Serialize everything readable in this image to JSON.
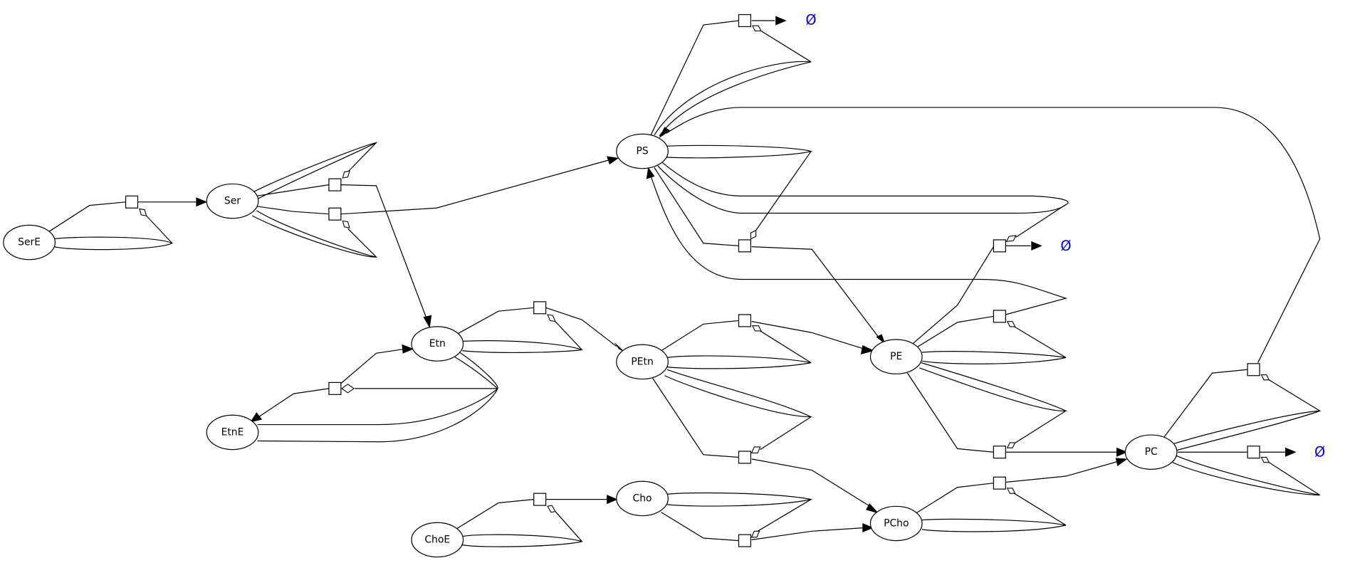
{
  "diagram": {
    "type": "reaction-network",
    "colors": {
      "sink": "#0000ee",
      "stroke": "#000000",
      "background": "#ffffff"
    },
    "species": [
      {
        "id": "SerE",
        "label": "SerE"
      },
      {
        "id": "Ser",
        "label": "Ser"
      },
      {
        "id": "PS",
        "label": "PS"
      },
      {
        "id": "Etn",
        "label": "Etn"
      },
      {
        "id": "EtnE",
        "label": "EtnE"
      },
      {
        "id": "PEtn",
        "label": "PEtn"
      },
      {
        "id": "PE",
        "label": "PE"
      },
      {
        "id": "PC",
        "label": "PC"
      },
      {
        "id": "Cho",
        "label": "Cho"
      },
      {
        "id": "ChoE",
        "label": "ChoE"
      },
      {
        "id": "PCho",
        "label": "PCho"
      }
    ],
    "sinks": [
      {
        "id": "sink1",
        "label": "Ø"
      },
      {
        "id": "sink2",
        "label": "Ø"
      },
      {
        "id": "sink3",
        "label": "Ø"
      }
    ],
    "reactions": [
      {
        "id": "r1",
        "from": "SerE",
        "to": "Ser",
        "modifiers": [
          "SerE"
        ]
      },
      {
        "id": "r2",
        "from": "Ser",
        "to": "Etn",
        "modifiers": [
          "Ser"
        ]
      },
      {
        "id": "r3",
        "from": "Ser",
        "to": "PS",
        "modifiers": [
          "Ser"
        ]
      },
      {
        "id": "r4",
        "from": "PS",
        "to": "sink1",
        "modifiers": [
          "PS"
        ]
      },
      {
        "id": "r5",
        "from": "PS",
        "to": "PE",
        "modifiers": [
          "PS"
        ]
      },
      {
        "id": "r6",
        "from": "PE",
        "to": "sink2",
        "modifiers": [
          "PS"
        ]
      },
      {
        "id": "r7",
        "from": "Etn",
        "to": "PEtn",
        "modifiers": [
          "Etn"
        ]
      },
      {
        "id": "r8",
        "from": "EtnE",
        "to": "Etn",
        "modifiers": [
          "Etn",
          "EtnE"
        ],
        "reversible": true
      },
      {
        "id": "r9",
        "from": "PEtn",
        "to": "PE",
        "modifiers": [
          "PEtn"
        ]
      },
      {
        "id": "r10",
        "from": "PEtn",
        "to": "PCho",
        "modifiers": [
          "PEtn"
        ]
      },
      {
        "id": "r11",
        "from": "PE",
        "to": "PS",
        "modifiers": [
          "PE"
        ]
      },
      {
        "id": "r12",
        "from": "PE",
        "to": "PC",
        "modifiers": [
          "PE"
        ]
      },
      {
        "id": "r13",
        "from": "PC",
        "to": "PS",
        "modifiers": [
          "PC"
        ]
      },
      {
        "id": "r14",
        "from": "PC",
        "to": "sink3",
        "modifiers": [
          "PC"
        ]
      },
      {
        "id": "r15",
        "from": "ChoE",
        "to": "Cho",
        "modifiers": [
          "ChoE"
        ]
      },
      {
        "id": "r16",
        "from": "Cho",
        "to": "PCho",
        "modifiers": [
          "Cho"
        ]
      },
      {
        "id": "r17",
        "from": "PCho",
        "to": "PC",
        "modifiers": [
          "PCho"
        ]
      }
    ]
  }
}
